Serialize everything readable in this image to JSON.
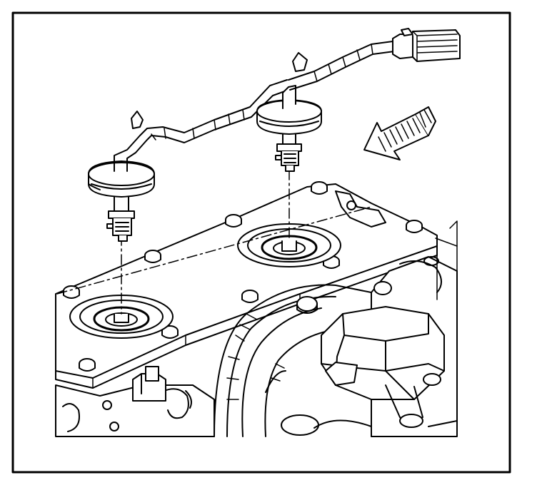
{
  "figure": {
    "caption": "",
    "colors": {
      "ink": "#000000",
      "paper": "#ffffff"
    },
    "parts": [
      "harness-connector",
      "wiring-harness",
      "knock-sensor-left",
      "knock-sensor-right",
      "sensor-pigtail-left",
      "sensor-pigtail-right",
      "sensor-port-left",
      "sensor-port-right",
      "valley-cover-bolts",
      "direction-arrow",
      "engine-block"
    ]
  }
}
